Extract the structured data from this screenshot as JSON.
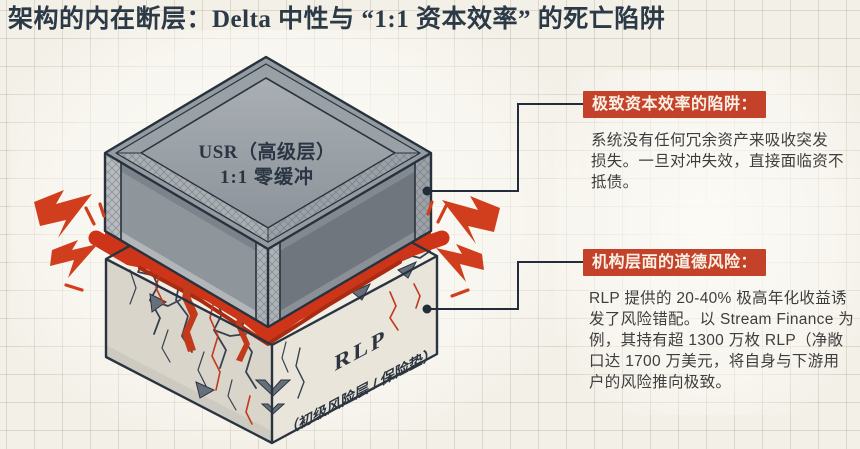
{
  "title": "架构的内在断层：Delta 中性与 “1:1 资本效率” 的死亡陷阱",
  "diagram": {
    "usr_box": {
      "line1": "USR（高级层）",
      "line2": "1:1 零缓冲"
    },
    "rlp_slab": {
      "line1": "RLP",
      "line2": "（初级风险层 / 保险垫）"
    }
  },
  "panels": [
    {
      "badge": "极致资本效率的陷阱：",
      "lines": [
        "系统没有任何冗余资产来吸收突发",
        "损失。一旦对冲失效，直接面临资不",
        "抵债。"
      ]
    },
    {
      "badge": "机构层面的道德风险：",
      "lines": [
        "RLP 提供的 20-40% 极高年化收益诱",
        "发了风险错配。以 Stream Finance 为",
        "例，其持有超 1300 万枚 RLP（净敞",
        "口达 1700 万美元，将自身与下游用",
        "户的风险推向极致。"
      ]
    }
  ],
  "palette": {
    "background": "#f3f0e8",
    "title_color": "#2c3a48",
    "badge_red": "#c5422a",
    "crack_red": "#cd3418",
    "lightning_red": "#d13e1d",
    "outline_dark": "#2a3440"
  }
}
